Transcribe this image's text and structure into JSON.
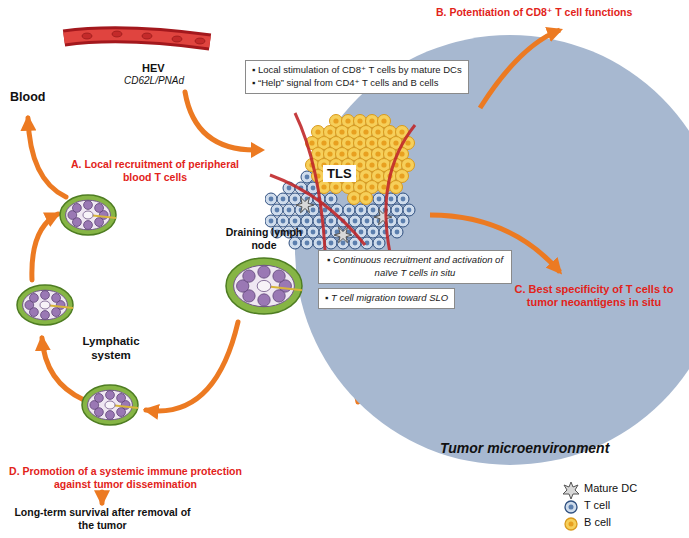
{
  "diagram": {
    "nodes": [
      {
        "text": [
          "HEV",
          "CD62L/PNAd"
        ]
      },
      {
        "text": [
          "▪ Local stimulation of CD8⁺ T cells by mature DCs",
          "▪ “Help” signal from CD4⁺ T cells and B cells"
        ]
      },
      {
        "text": [
          "Tumor microenvironment"
        ]
      },
      {
        "text": [
          "TLS"
        ],
        "in": 2
      },
      {
        "text": [
          "▪ Continuous recruitment and activation of naïve T cells in situ"
        ]
      },
      {
        "text": [
          "▪ T cell migration toward SLO"
        ]
      },
      {
        "text": [
          "Draining lymph node"
        ]
      }
    ],
    "edges": [
      {
        "from": 0,
        "to": 3,
        "arrow": "to",
        "label": "A. Local recruitment of peripheral blood T cells"
      },
      {
        "from": 2,
        "to": 6,
        "arrow": "to"
      }
    ],
    "labels": [
      "Blood",
      "B. Potentiation of CD8⁺ T cell functions",
      "C. Best specificity of T cells to tumor neoantigens in situ",
      "Lymphatic system",
      "D. Promotion of a systemic immune protection against tumor dissemination",
      "Long-term survival after removal of the tumor"
    ],
    "legend": [
      {
        "text": "Mature DC"
      },
      {
        "text": "T cell"
      },
      {
        "text": "B cell"
      }
    ]
  }
}
